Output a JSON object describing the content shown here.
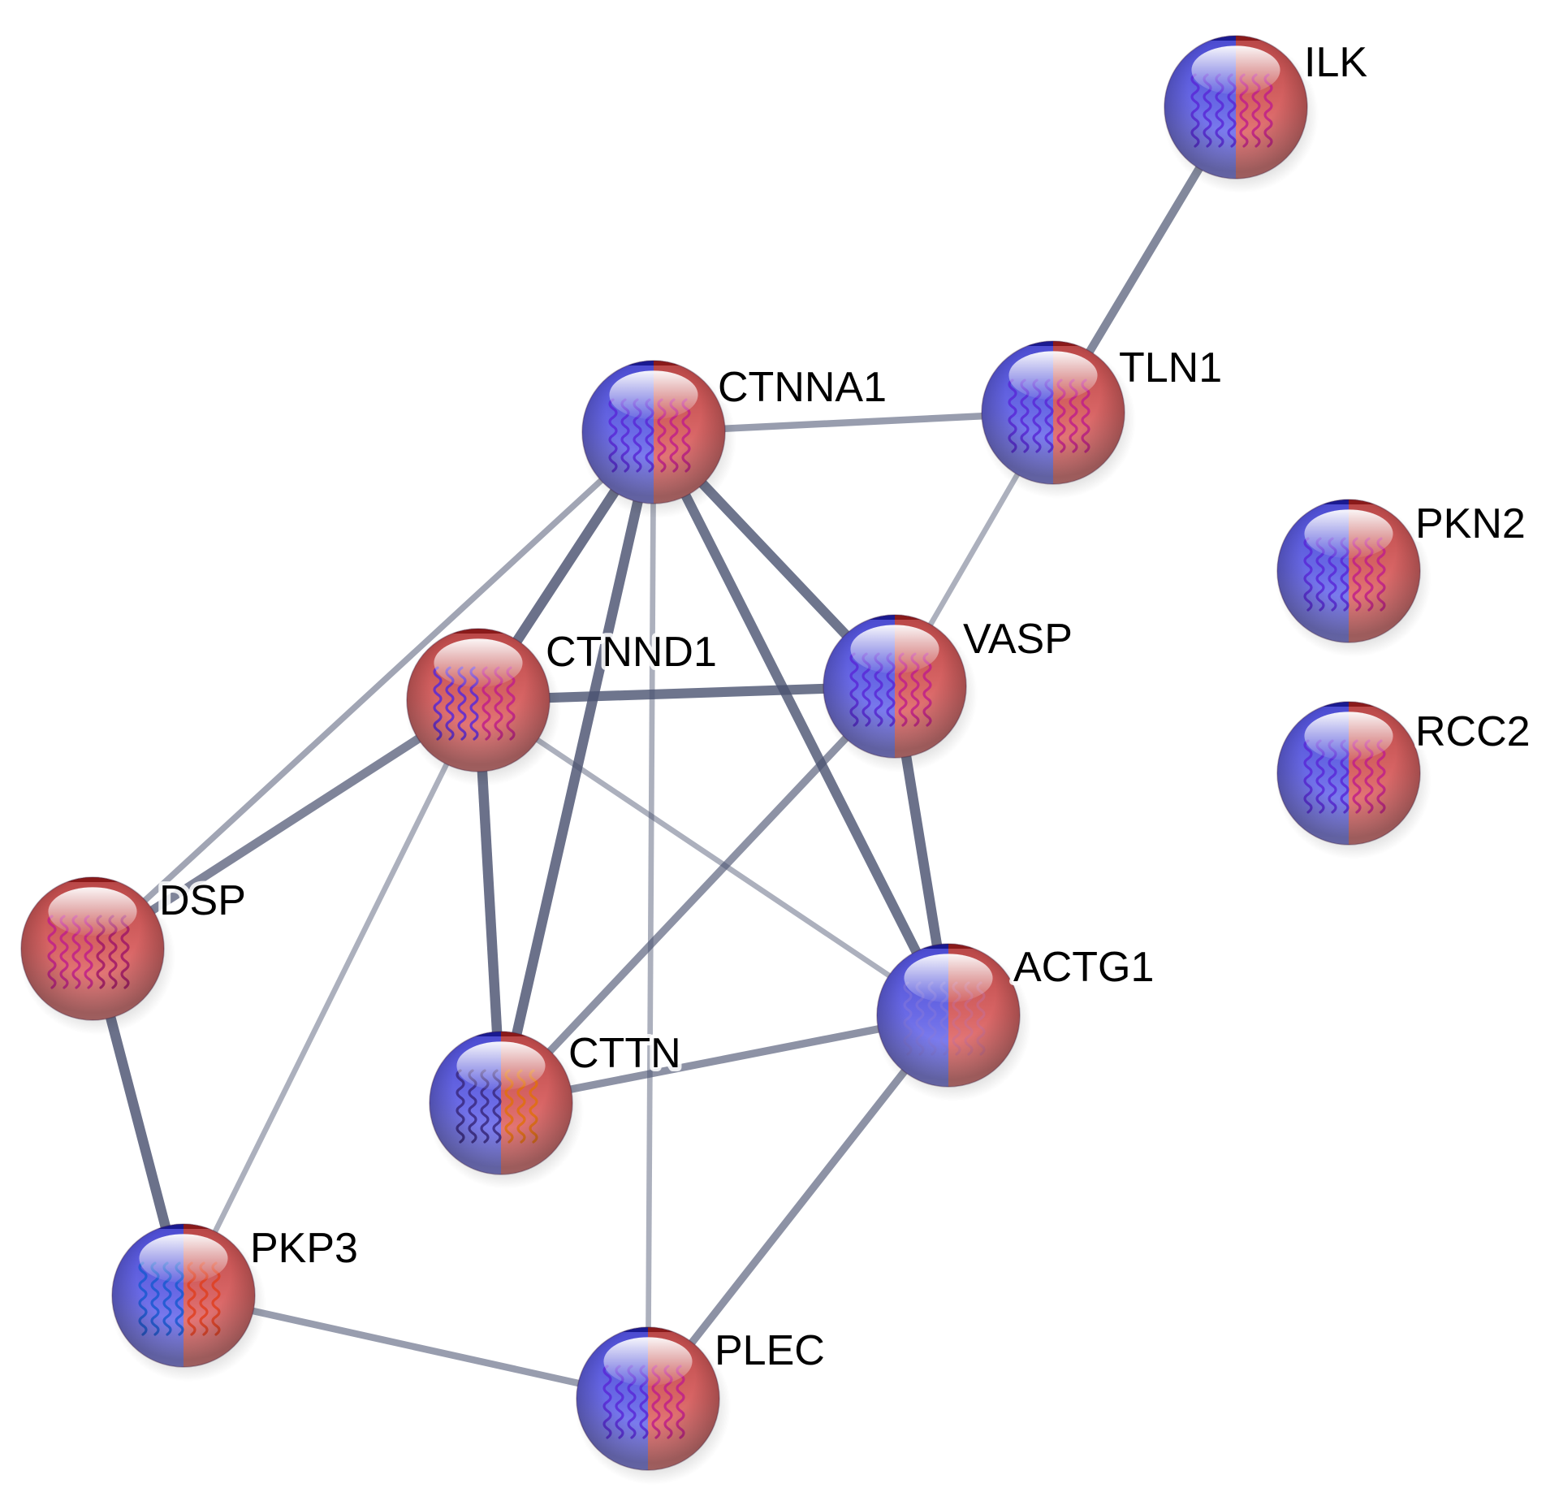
{
  "colors": {
    "background": "#ffffff",
    "edge": "#4a5270",
    "node_blue": "#6b6be8",
    "node_red": "#df6e6e",
    "label": "#000000"
  },
  "network": {
    "nodes": [
      {
        "id": "ILK",
        "label": "ILK",
        "style": "split",
        "structure": "purple"
      },
      {
        "id": "TLN1",
        "label": "TLN1",
        "style": "split",
        "structure": "purple"
      },
      {
        "id": "CTNNA1",
        "label": "CTNNA1",
        "style": "split",
        "structure": "purple"
      },
      {
        "id": "PKN2",
        "label": "PKN2",
        "style": "split",
        "structure": "purple"
      },
      {
        "id": "VASP",
        "label": "VASP",
        "style": "split",
        "structure": "purple"
      },
      {
        "id": "CTNND1",
        "label": "CTNND1",
        "style": "red",
        "structure": "purple"
      },
      {
        "id": "RCC2",
        "label": "RCC2",
        "style": "split",
        "structure": "purple"
      },
      {
        "id": "DSP",
        "label": "DSP",
        "style": "red",
        "structure": "magenta"
      },
      {
        "id": "ACTG1",
        "label": "ACTG1",
        "style": "split",
        "structure": "faint"
      },
      {
        "id": "CTTN",
        "label": "CTTN",
        "style": "split",
        "structure": "orange"
      },
      {
        "id": "PKP3",
        "label": "PKP3",
        "style": "split",
        "structure": "rainbow"
      },
      {
        "id": "PLEC",
        "label": "PLEC",
        "style": "split",
        "structure": "purple"
      }
    ],
    "edges": [
      {
        "source": "ILK",
        "target": "TLN1",
        "confidence": 0.7
      },
      {
        "source": "CTNNA1",
        "target": "TLN1",
        "confidence": 0.5
      },
      {
        "source": "TLN1",
        "target": "VASP",
        "confidence": 0.3
      },
      {
        "source": "CTNNA1",
        "target": "CTNND1",
        "confidence": 0.95
      },
      {
        "source": "CTNNA1",
        "target": "VASP",
        "confidence": 0.9
      },
      {
        "source": "CTNNA1",
        "target": "CTTN",
        "confidence": 0.95
      },
      {
        "source": "CTNNA1",
        "target": "ACTG1",
        "confidence": 0.9
      },
      {
        "source": "CTNNA1",
        "target": "DSP",
        "confidence": 0.4
      },
      {
        "source": "CTNNA1",
        "target": "PLEC",
        "confidence": 0.3
      },
      {
        "source": "CTNND1",
        "target": "VASP",
        "confidence": 0.9
      },
      {
        "source": "CTNND1",
        "target": "CTTN",
        "confidence": 0.95
      },
      {
        "source": "CTNND1",
        "target": "DSP",
        "confidence": 0.75
      },
      {
        "source": "CTNND1",
        "target": "PKP3",
        "confidence": 0.3
      },
      {
        "source": "CTNND1",
        "target": "ACTG1",
        "confidence": 0.3
      },
      {
        "source": "VASP",
        "target": "ACTG1",
        "confidence": 0.95
      },
      {
        "source": "VASP",
        "target": "CTTN",
        "confidence": 0.6
      },
      {
        "source": "ACTG1",
        "target": "CTTN",
        "confidence": 0.6
      },
      {
        "source": "ACTG1",
        "target": "PLEC",
        "confidence": 0.6
      },
      {
        "source": "DSP",
        "target": "PKP3",
        "confidence": 0.95
      },
      {
        "source": "PKP3",
        "target": "PLEC",
        "confidence": 0.5
      }
    ]
  }
}
